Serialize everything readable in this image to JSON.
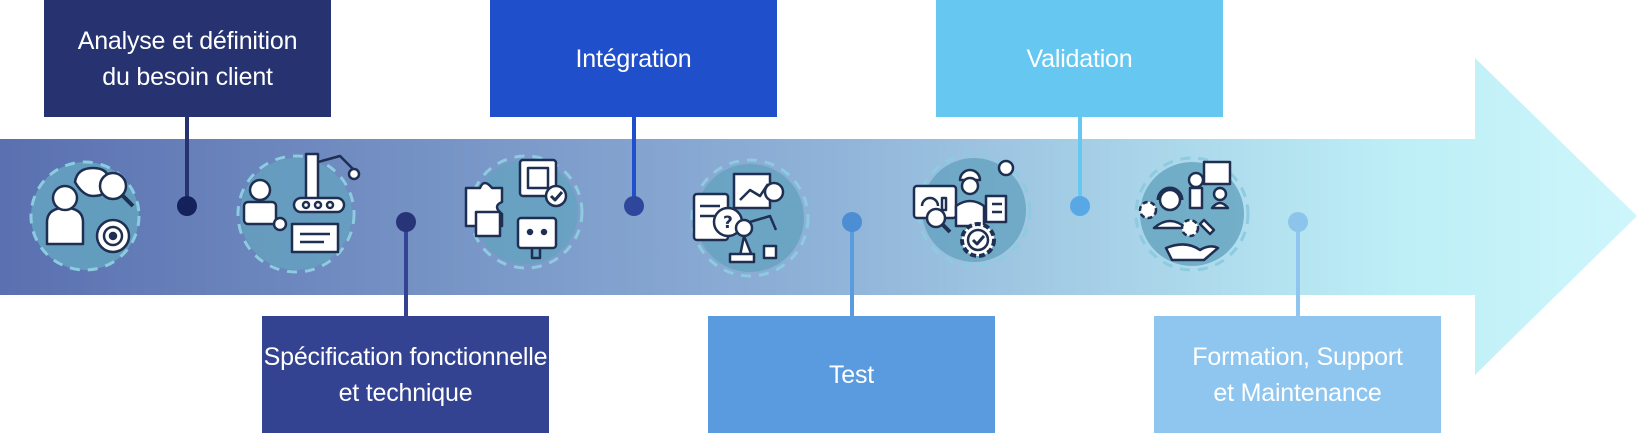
{
  "colors": {
    "arrow_gradient": [
      "#5a70b0",
      "#8fb2d8",
      "#bdeef6",
      "#cdf6fb"
    ],
    "ring_fill": "#64a3bf",
    "ring_dash": "#8ccbe0",
    "icon_line": "#1f2f52",
    "icon_fill": "#ffffff"
  },
  "steps": [
    {
      "id": "analyse",
      "position": "top",
      "box_color": "#263370",
      "line_color": "#263370",
      "dot_color": "#15215a",
      "lines": [
        "Analyse et définition",
        "du besoin client"
      ],
      "icon": "brainstorm-target-icon"
    },
    {
      "id": "specification",
      "position": "bottom",
      "box_color": "#334391",
      "line_color": "#334391",
      "dot_color": "#273578",
      "lines": [
        "Spécification fonctionnelle",
        "et technique"
      ],
      "icon": "robot-arm-conveyor-icon"
    },
    {
      "id": "integration",
      "position": "top",
      "box_color": "#1f4fca",
      "line_color": "#1f4fca",
      "dot_color": "#2e479c",
      "lines": [
        "Intégration"
      ],
      "icon": "puzzle-chip-plug-icon"
    },
    {
      "id": "test",
      "position": "bottom",
      "box_color": "#5a9bdf",
      "line_color": "#5a9bdf",
      "dot_color": "#4c8dd4",
      "lines": [
        "Test"
      ],
      "icon": "checklist-robot-icon"
    },
    {
      "id": "validation",
      "position": "top",
      "box_color": "#66c8f0",
      "line_color": "#66c8f0",
      "dot_color": "#58a8e6",
      "lines": [
        "Validation"
      ],
      "icon": "engineer-gear-check-icon"
    },
    {
      "id": "formation",
      "position": "bottom",
      "box_color": "#8ec6ef",
      "line_color": "#8ec6ef",
      "dot_color": "#8cc4ec",
      "lines": [
        "Formation, Support",
        "et Maintenance"
      ],
      "icon": "support-training-icon"
    }
  ]
}
